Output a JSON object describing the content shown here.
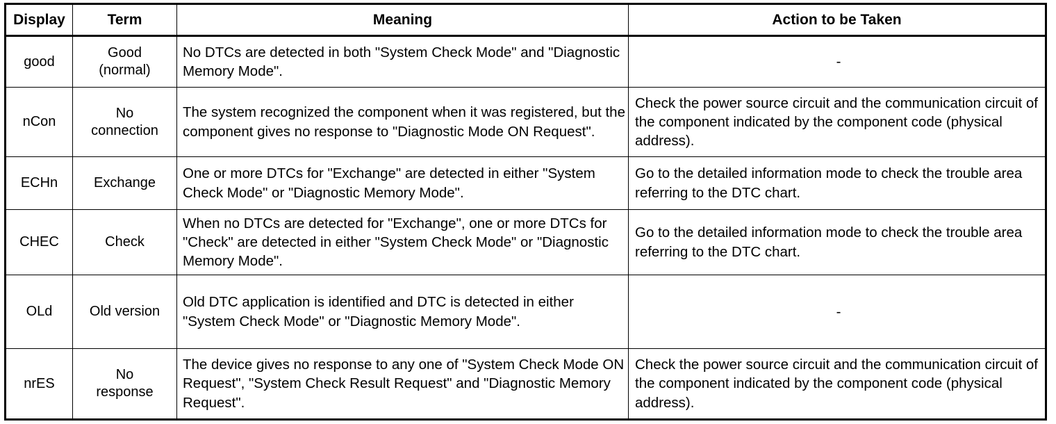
{
  "table": {
    "columns": [
      {
        "key": "display",
        "header": "Display"
      },
      {
        "key": "term",
        "header": "Term"
      },
      {
        "key": "meaning",
        "header": "Meaning"
      },
      {
        "key": "action",
        "header": "Action to be Taken"
      }
    ],
    "rows": [
      {
        "display": "good",
        "term": "Good\n(normal)",
        "term_line1": "Good",
        "term_line2": "(normal)",
        "meaning": "No DTCs are detected in both \"System Check Mode\" and \"Diagnostic Memory Mode\".",
        "action": "-"
      },
      {
        "display": "nCon",
        "term": "No\nconnection",
        "term_line1": "No",
        "term_line2": "connection",
        "meaning": "The system recognized the component when it was registered, but the component gives no response to \"Diagnostic Mode ON Request\".",
        "action": "Check the power source circuit and the communication circuit of the component indicated by the component code (physical address)."
      },
      {
        "display": "ECHn",
        "term": "Exchange",
        "term_line1": "Exchange",
        "term_line2": "",
        "meaning": "One or more DTCs for \"Exchange\" are detected in either \"System Check Mode\" or \"Diagnostic Memory Mode\".",
        "action": "Go to the detailed information mode to check the trouble area referring to the DTC chart."
      },
      {
        "display": "CHEC",
        "term": "Check",
        "term_line1": "Check",
        "term_line2": "",
        "meaning": "When no DTCs are detected for \"Exchange\", one or more DTCs for \"Check\" are detected in either \"System Check Mode\" or \"Diagnostic Memory Mode\".",
        "action": "Go to the detailed information mode to check the trouble area referring to the DTC chart."
      },
      {
        "display": "OLd",
        "term": "Old version",
        "term_line1": "Old version",
        "term_line2": "",
        "meaning": "Old DTC application is identified and DTC is detected in either \"System Check Mode\" or \"Diagnostic Memory Mode\".",
        "action": "-"
      },
      {
        "display": "nrES",
        "term": "No\nresponse",
        "term_line1": "No",
        "term_line2": "response",
        "meaning": "The device gives no response to any one of \"System Check Mode ON Request\", \"System Check Result Request\" and \"Diagnostic Memory Request\".",
        "action": "Check the power source circuit and the communication circuit of the component indicated by the component code (physical address)."
      }
    ]
  },
  "colors": {
    "border": "#000000",
    "background": "#ffffff",
    "text": "#000000"
  }
}
